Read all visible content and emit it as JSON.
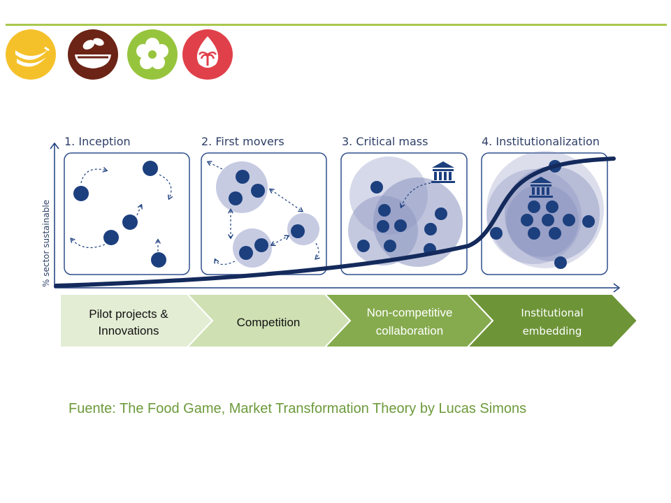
{
  "stages": [
    {
      "title": "1. Inception"
    },
    {
      "title": "2. First movers"
    },
    {
      "title": "3. Critical mass"
    },
    {
      "title": "4. Institutionalization"
    }
  ],
  "y_axis_label": "% sector sustainable",
  "phases": [
    {
      "line1": "Pilot projects &",
      "line2": "Innovations",
      "fill": "#e3edd4",
      "text_color": "#111111"
    },
    {
      "line1": "Competition",
      "line2": "",
      "fill": "#cfe0b3",
      "text_color": "#111111"
    },
    {
      "line1": "Non-competitive",
      "line2": "collaboration",
      "fill": "#86ab4e",
      "text_color": "#ffffff"
    },
    {
      "line1": "Institutional",
      "line2": "embedding",
      "fill": "#6d9437",
      "text_color": "#ffffff"
    }
  ],
  "source": "Fuente: The Food Game, Market Transformation Theory by Lucas Simons",
  "logos": [
    {
      "icon": "banana-icon",
      "color": "#f5c12b"
    },
    {
      "icon": "coffee-cup-icon",
      "color": "#6b2416"
    },
    {
      "icon": "flower-icon",
      "color": "#97c43d"
    },
    {
      "icon": "palm-tree-icon",
      "color": "#e0404a"
    }
  ],
  "colors": {
    "navy": "#1c3f7e",
    "circle_fill": "#8a93bf",
    "box_border": "#2e4e8c",
    "accent_green": "#a9c84e"
  }
}
